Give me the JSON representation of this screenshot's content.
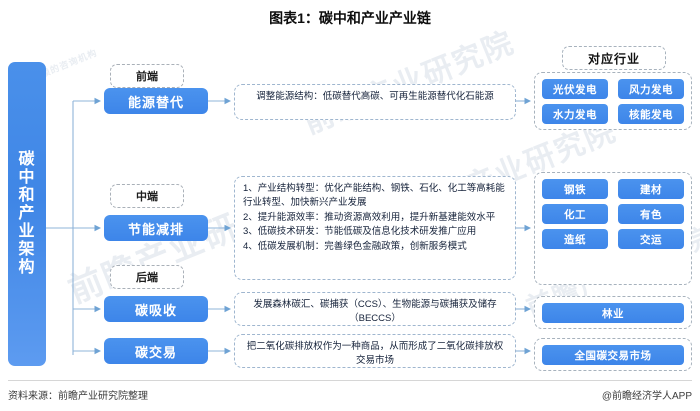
{
  "title": "图表1：碳中和产业产业链",
  "trunk": {
    "label": "碳中和产业架构"
  },
  "group_header": "对应行业",
  "stages": [
    {
      "id": "front",
      "label": "前端"
    },
    {
      "id": "middle",
      "label": "中端"
    },
    {
      "id": "back",
      "label": "后端"
    }
  ],
  "nodes": [
    {
      "id": "energy-substitution",
      "label": "能源替代"
    },
    {
      "id": "energy-saving",
      "label": "节能减排"
    },
    {
      "id": "carbon-absorption",
      "label": "碳吸收"
    },
    {
      "id": "carbon-trading",
      "label": "碳交易"
    }
  ],
  "descriptions": [
    {
      "id": "energy-substitution-desc",
      "text": "调整能源结构：低碳替代高碳、可再生能源替代化石能源"
    },
    {
      "id": "energy-saving-desc",
      "lines": [
        "1、产业结构转型：优化产能结构、钢铁、石化、化工等高耗能行业转型、加快新兴产业发展",
        "2、提升能源效率：推动资源高效利用，提升新基建能效水平",
        "3、低碳技术研发：节能低碳及信息化技术研发推广应用",
        "4、低碳发展机制：完善绿色金融政策，创新服务模式"
      ]
    },
    {
      "id": "carbon-absorption-desc",
      "text": "发展森林碳汇、碳捕获（CCS）、生物能源与碳捕获及储存（BECCS）"
    },
    {
      "id": "carbon-trading-desc",
      "text": "把二氧化碳排放权作为一种商品，从而形成了二氧化碳排放权交易市场"
    }
  ],
  "industry_groups": [
    {
      "id": "energy-industries",
      "chips": [
        "光伏发电",
        "风力发电",
        "水力发电",
        "核能发电"
      ]
    },
    {
      "id": "heavy-industries",
      "chips": [
        "钢铁",
        "建材",
        "化工",
        "有色",
        "造纸",
        "交运"
      ]
    },
    {
      "id": "forestry-industries",
      "chips": [
        "林业"
      ]
    },
    {
      "id": "trading-market",
      "chips": [
        "全国碳交易市场"
      ]
    }
  ],
  "footer": {
    "source": "资料来源：前瞻产业研究院整理",
    "brand": "@前瞻经济学人APP"
  },
  "watermark": {
    "main": "前瞻产业研究院",
    "sub": "值得信赖的咨询机构"
  },
  "colors": {
    "node_blue": "#3d85e9",
    "trunk_blue": "#4a90ea",
    "dashed_border": "#a7b2bd",
    "desc_border": "#9fb6cf",
    "wire": "#8fb4d9",
    "text_dark": "#15223a"
  }
}
